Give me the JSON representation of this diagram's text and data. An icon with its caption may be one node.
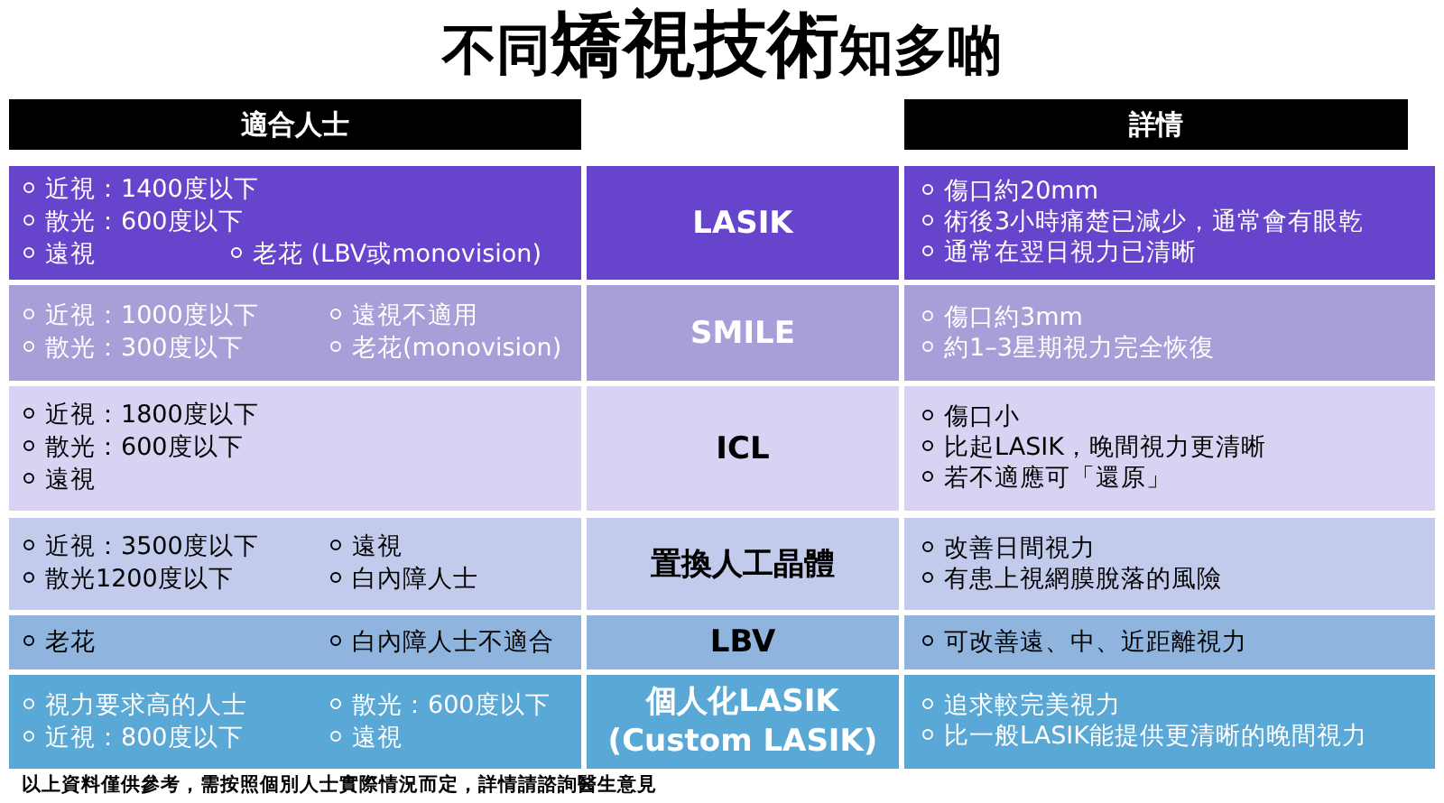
{
  "diagram": {
    "title": "不同**矯視技術**知多啲",
    "labels": [
      "適合人士",
      "詳情",
      "近視：1400度以下",
      "散光：600度以下",
      "遠視",
      "老花 (LBV或monovision)",
      "LASIK",
      "傷口約20mm",
      "術後3小時痛楚已減少，通常會有眼乾",
      "通常在翌日視力已清晰",
      "近視：1000度以下",
      "遠視不適用",
      "散光：300度以下",
      "老花(monovision)",
      "SMILE",
      "傷口約3mm",
      "約1–3星期視力完全恢復",
      "近視：1800度以下",
      "散光：600度以下",
      "遠視",
      "ICL",
      "傷口小",
      "比起LASIK，晚間視力更清晰",
      "若不適應可「還原」",
      "近視：3500度以下",
      "遠視",
      "散光1200度以下",
      "白內障人士",
      "置換人工晶體",
      "改善日間視力",
      "有患上視網膜脫落的風險",
      "老花",
      "白內障人士不適合",
      "LBV",
      "可改善遠、中、近距離視力",
      "視力要求高的人士",
      "散光：600度以下",
      "近視：800度以下",
      "遠視",
      "個人化LASIK (Custom LASIK)",
      "追求較完美視力",
      "比一般LASIK能提供更清晰的晚間視力",
      "以上資料僅供參考，需按照個別人士實際情況而定，詳情請諮詢醫生意見"
    ]
  }
}
